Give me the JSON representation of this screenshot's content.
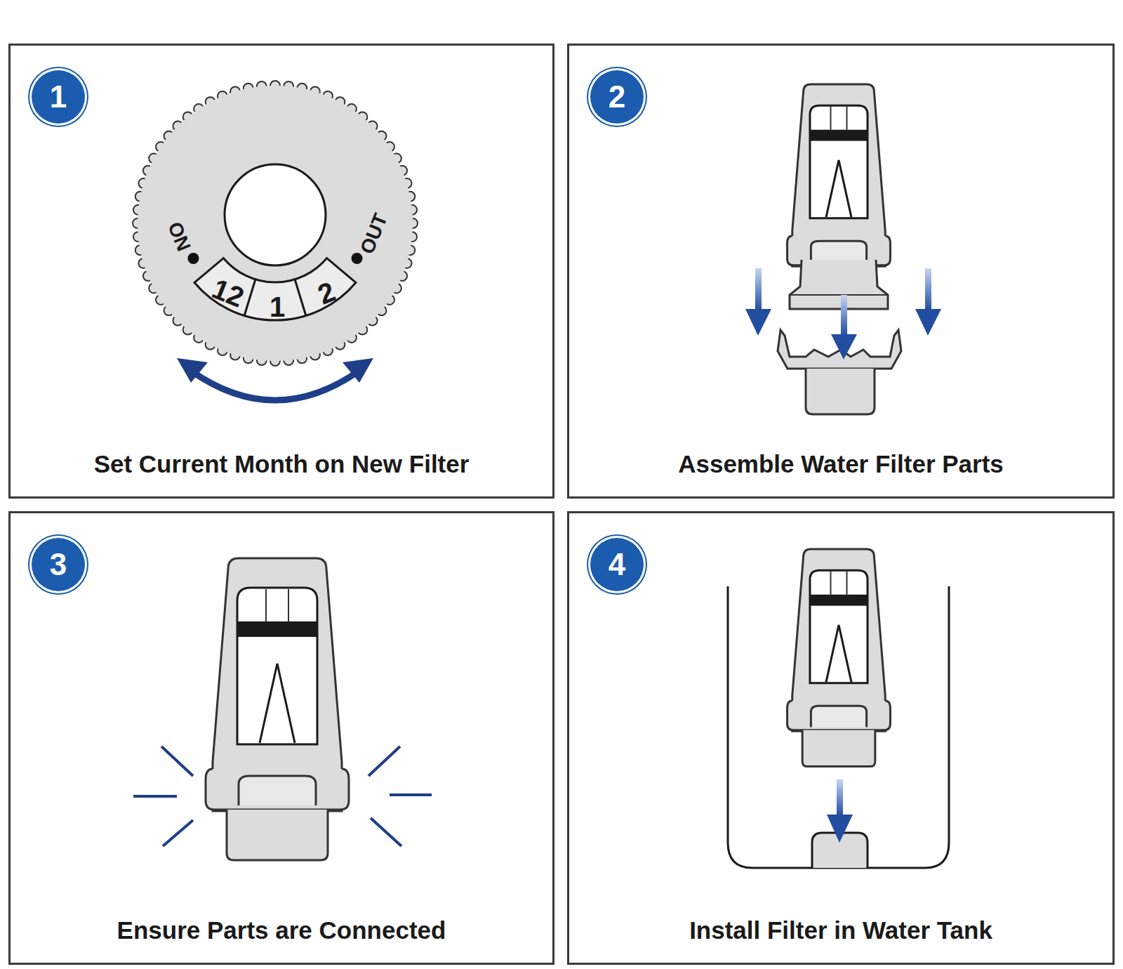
{
  "diagram": {
    "nodes": [
      {
        "text": [
          "Set Current Month on New Filter"
        ]
      },
      {
        "text": [
          "1"
        ],
        "in": 0
      },
      {
        "text": [
          "ON",
          "12",
          "1",
          "2",
          "OUT"
        ],
        "in": 0
      },
      {
        "text": [
          "Assemble Water Filter Parts"
        ]
      },
      {
        "text": [
          "2"
        ],
        "in": 3
      },
      {
        "text": [
          "Ensure Parts are Connected"
        ]
      },
      {
        "text": [
          "3"
        ],
        "in": 5
      },
      {
        "text": [
          "Install Filter in Water Tank"
        ]
      },
      {
        "text": [
          "4"
        ],
        "in": 7
      }
    ]
  }
}
